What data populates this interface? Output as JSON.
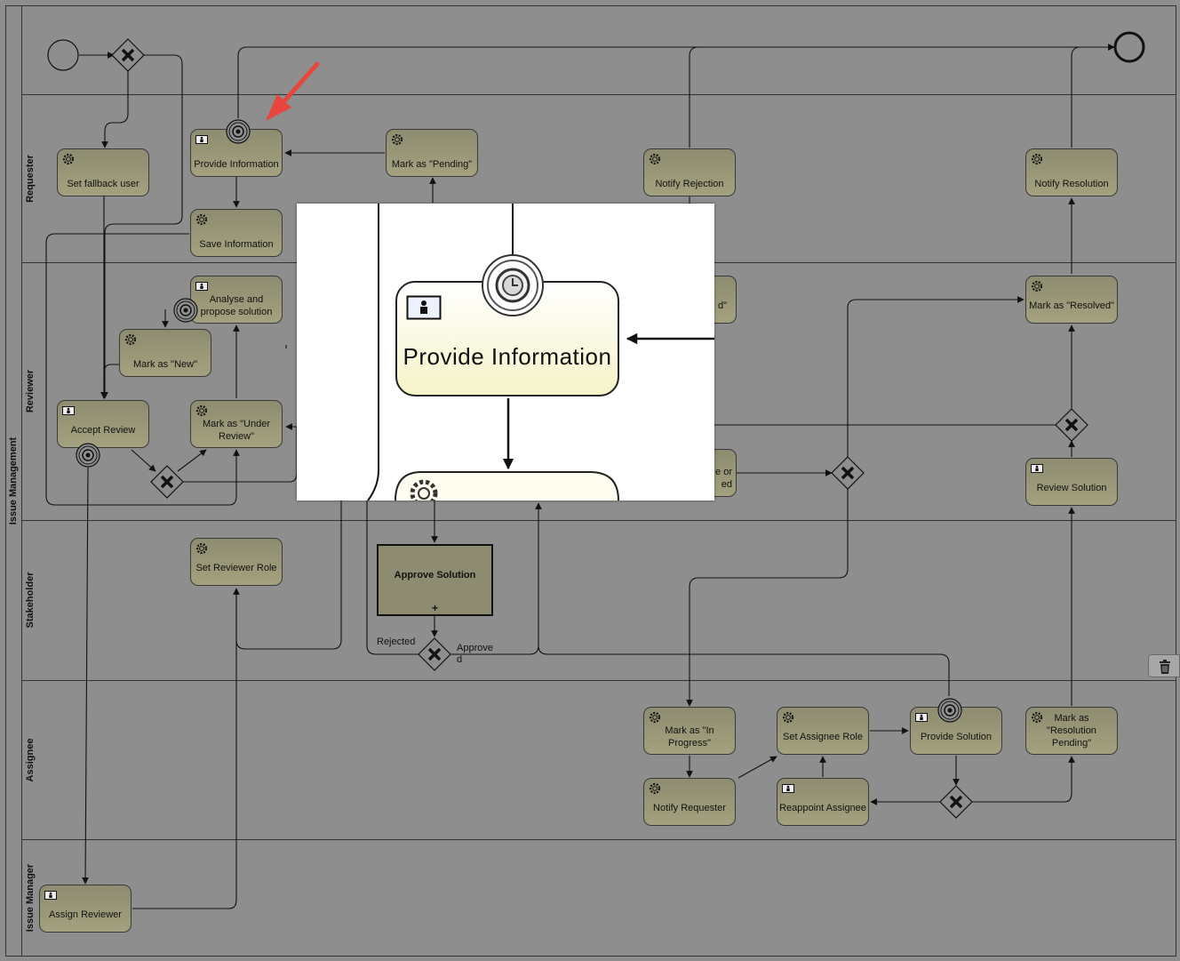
{
  "pool": {
    "label": "Issue Management"
  },
  "lanes": [
    "Requester",
    "Reviewer",
    "Stakeholder",
    "Assignee",
    "Issue Manager"
  ],
  "tasks": {
    "set_fallback_user": "Set fallback user",
    "provide_information": "Provide Information",
    "mark_pending": "Mark as \"Pending\"",
    "notify_rejection": "Notify Rejection",
    "notify_resolution": "Notify Resolution",
    "save_information": "Save Information",
    "analyse_propose": "Analyse and\npropose solution",
    "mark_new": "Mark as \"New\"",
    "accept_review": "Accept Review",
    "mark_under_review": "Mark as \"Under\nReview\"",
    "mark_resolved": "Mark as \"Resolved\"",
    "review_solution": "Review Solution",
    "set_reviewer_role": "Set Reviewer Role",
    "approve_solution": "Approve Solution",
    "mark_in_progress": "Mark as \"In\nProgress\"",
    "set_assignee_role": "Set Assignee Role",
    "provide_solution": "Provide Solution",
    "mark_resolution_pending": "Mark as \"Resolution\nPending\"",
    "notify_requester": "Notify Requester",
    "reappoint_assignee": "Reappoint Assignee",
    "assign_reviewer": "Assign Reviewer"
  },
  "partial": {
    "frag_d": "d\"",
    "frag_eor": "e or",
    "frag_ed": "ed"
  },
  "edge_labels": {
    "rejected": "Rejected",
    "approved_1": "Approve",
    "approved_2": "d"
  },
  "zoom": {
    "task_label": "Provide Information"
  },
  "colors": {
    "canvas": "#8e8e8e",
    "task_fill": "#9a987a",
    "highlight_arrow": "#e8453c",
    "zoom_task_fill": "#fbf8d8"
  },
  "icons": {
    "service_task": "gear-icon",
    "user_task": "user-icon",
    "boundary_event": "timer-event-icon",
    "gateway": "exclusive-gateway-icon",
    "delete": "trash-icon"
  }
}
